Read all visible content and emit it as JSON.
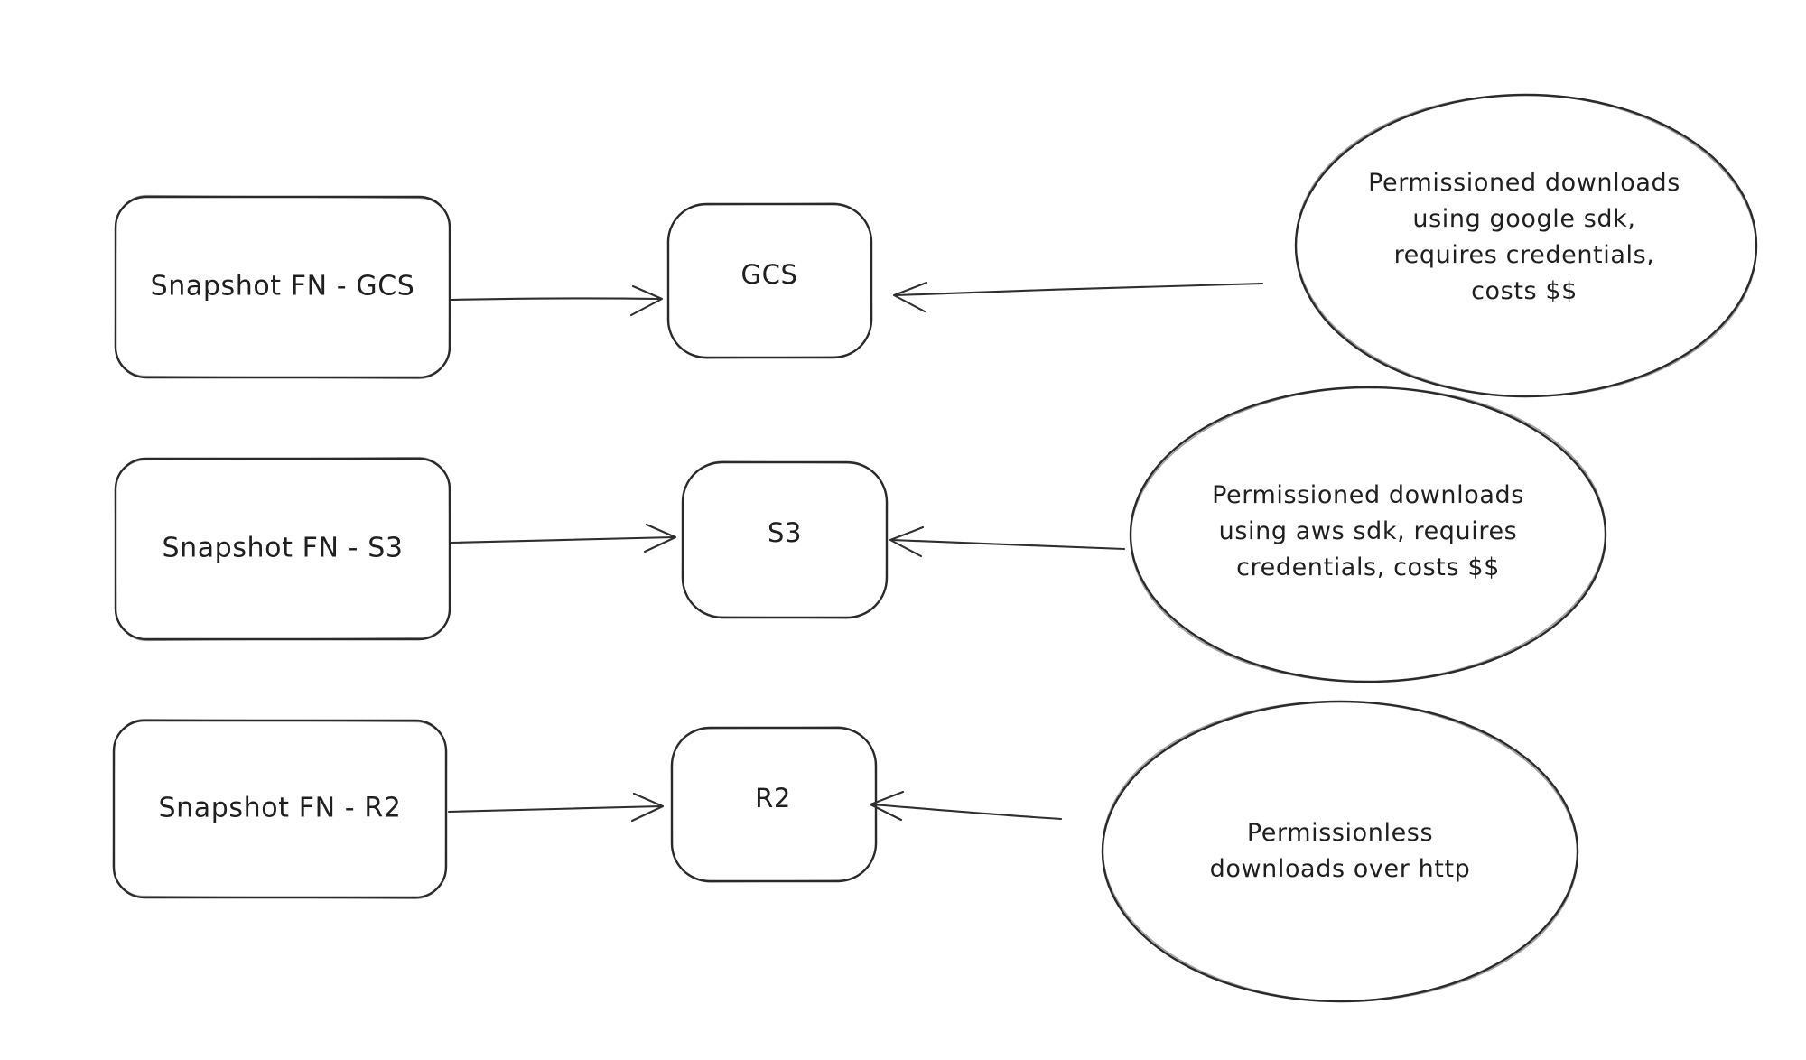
{
  "diagram": {
    "background": "#ffffff",
    "stroke_color": "#1e1e1e",
    "sources": [
      {
        "label": "Snapshot FN - GCS"
      },
      {
        "label": "Snapshot FN - S3"
      },
      {
        "label": "Snapshot FN - R2"
      }
    ],
    "targets": [
      {
        "label": "GCS"
      },
      {
        "label": "S3"
      },
      {
        "label": "R2"
      }
    ],
    "notes": [
      {
        "lines": [
          "Permissioned downloads",
          "using google sdk,",
          "requires credentials,",
          "costs $$"
        ]
      },
      {
        "lines": [
          "Permissioned downloads",
          "using aws sdk, requires",
          "credentials, costs $$"
        ]
      },
      {
        "lines": [
          "Permissionless",
          "downloads over http"
        ]
      }
    ],
    "edges": [
      {
        "from": "snapshot-fn-gcs",
        "to": "gcs"
      },
      {
        "from": "note-google-sdk",
        "to": "gcs"
      },
      {
        "from": "snapshot-fn-s3",
        "to": "s3"
      },
      {
        "from": "note-aws-sdk",
        "to": "s3"
      },
      {
        "from": "snapshot-fn-r2",
        "to": "r2"
      },
      {
        "from": "note-http",
        "to": "r2"
      }
    ]
  }
}
